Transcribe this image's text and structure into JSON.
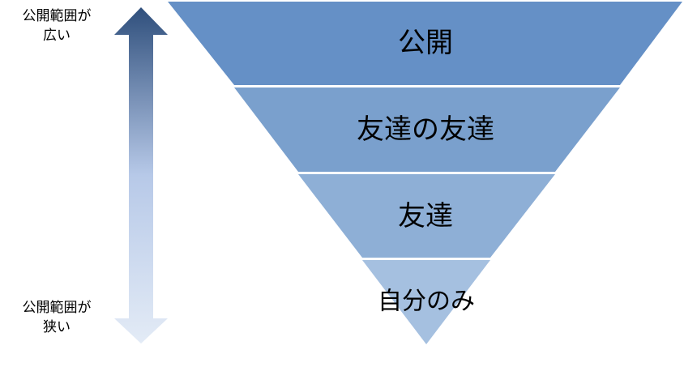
{
  "side_labels": {
    "wide_line1": "公開範囲が",
    "wide_line2": "広い",
    "narrow_line1": "公開範囲が",
    "narrow_line2": "狭い"
  },
  "levels": [
    {
      "label": "公開",
      "color": "#6590c6"
    },
    {
      "label": "友達の友達",
      "color": "#7aa0cd"
    },
    {
      "label": "友達",
      "color": "#8eafd6"
    },
    {
      "label": "自分のみ",
      "color": "#a5c0e0"
    }
  ],
  "arrow": {
    "color_top": "#2f4f7c",
    "color_mid": "#b7c9e8",
    "color_bottom": "#e3ebf6"
  }
}
